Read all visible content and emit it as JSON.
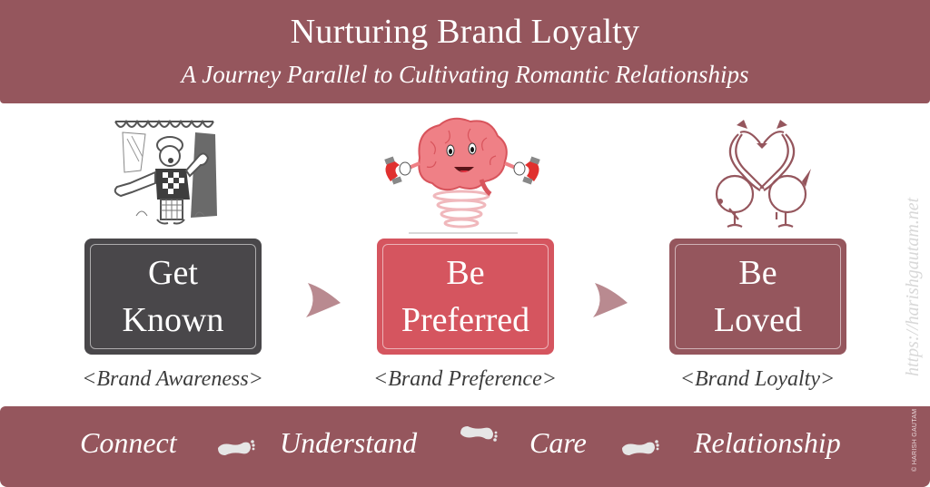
{
  "header": {
    "title": "Nurturing Brand Loyalty",
    "subtitle": "A Journey Parallel to Cultivating Romantic Relationships"
  },
  "colors": {
    "band": "#95565d",
    "stage1": "#49474a",
    "stage2": "#d5555f",
    "stage3": "#95565d",
    "arrow": "#b98a90",
    "text_dark": "#3c3c3c"
  },
  "stages": [
    {
      "line1": "Get",
      "line2": "Known",
      "sub": "<Brand Awareness>",
      "illustration": "announcer-cartoon-illustration"
    },
    {
      "line1": "Be",
      "line2": "Preferred",
      "sub": "<Brand Preference>",
      "illustration": "brain-with-magnets-illustration"
    },
    {
      "line1": "Be",
      "line2": "Loved",
      "sub": "<Brand Loyalty>",
      "illustration": "flamingos-heart-illustration"
    }
  ],
  "arrows": [
    "chevron-right-icon",
    "chevron-right-icon"
  ],
  "footer": {
    "steps": [
      "Connect",
      "Understand",
      "Care",
      "Relationship"
    ],
    "separators": [
      "footprint-icon",
      "footprint-icon",
      "footprint-icon"
    ],
    "credit": "© HARISH GAUTAM"
  },
  "watermark": "https://harishgautam.net"
}
